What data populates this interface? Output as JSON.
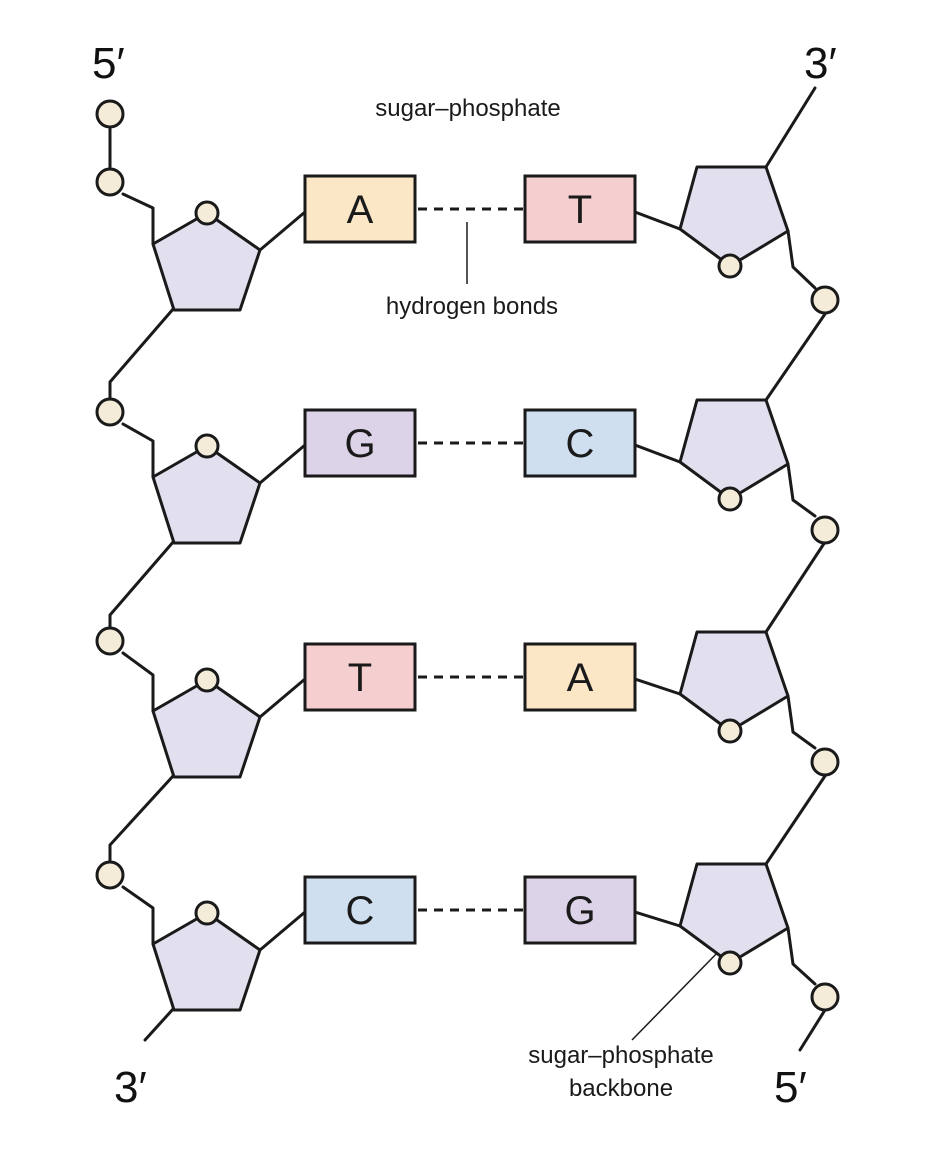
{
  "colors": {
    "A": "#fbe7c6",
    "T": "#f5cfcf",
    "G": "#ddd3e8",
    "C": "#cfdff0",
    "sugar": "#e2dfee",
    "phosphate": "#f4ecd8",
    "stroke": "#1a1a1a"
  },
  "strand_ends": {
    "left_top": "5′",
    "left_bottom": "3′",
    "right_top": "3′",
    "right_bottom": "5′"
  },
  "labels": {
    "top": "sugar–phosphate",
    "hydrogen_bonds": "hydrogen bonds",
    "backbone_line1": "sugar–phosphate",
    "backbone_line2": "backbone"
  },
  "base_pairs": [
    {
      "left": "A",
      "right": "T"
    },
    {
      "left": "G",
      "right": "C"
    },
    {
      "left": "T",
      "right": "A"
    },
    {
      "left": "C",
      "right": "G"
    }
  ]
}
